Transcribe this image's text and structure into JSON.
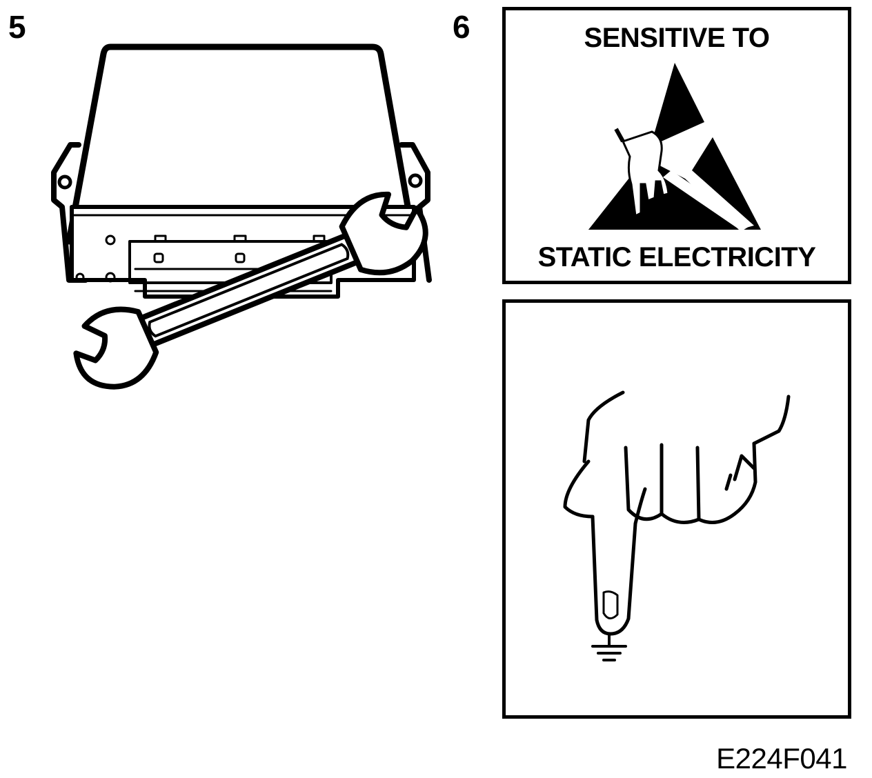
{
  "steps": {
    "step5": {
      "number": "5"
    },
    "step6": {
      "number": "6"
    }
  },
  "esd_warning": {
    "top_text": "SENSITIVE TO",
    "bottom_text": "STATIC ELECTRICITY",
    "symbol": "esd-hand-triangle-icon"
  },
  "grounding_panel": {
    "illustration": "hand-touching-ground-icon",
    "ground_symbol": "ground-icon"
  },
  "step5_illustration": {
    "objects": [
      "control-unit-icon",
      "wrench-icon"
    ]
  },
  "figure_code": "E224F041",
  "colors": {
    "ink": "#000000",
    "background": "#ffffff"
  }
}
